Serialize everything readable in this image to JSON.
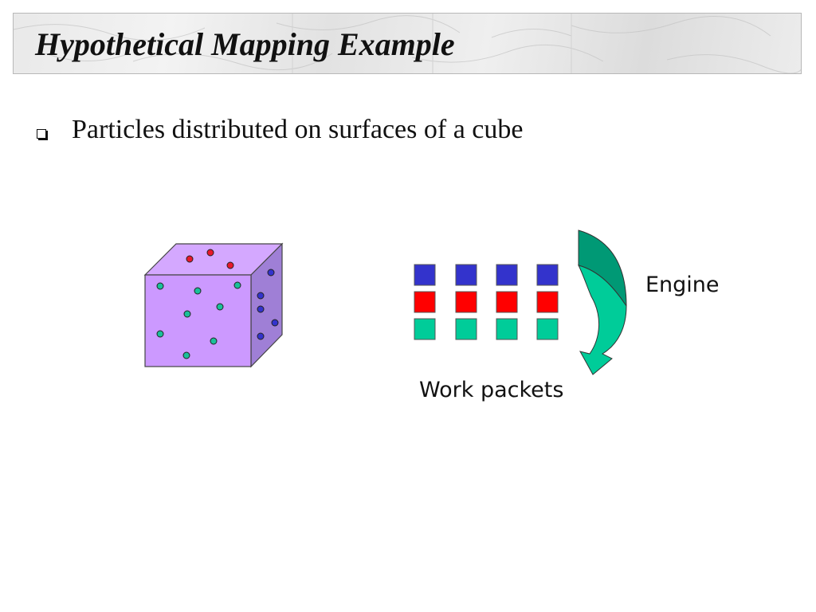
{
  "slide": {
    "title": "Hypothetical Mapping Example",
    "bullets": [
      {
        "icon": "square-bullet-icon",
        "text": "Particles distributed on surfaces of a cube"
      }
    ]
  },
  "diagram": {
    "engine_label": "Engine",
    "work_packets_label": "Work packets",
    "colors": {
      "cube_front": "#cc99ff",
      "cube_top": "#d4a8ff",
      "cube_side": "#9f7fd6",
      "particle_red": "#e8192c",
      "particle_teal": "#19c09a",
      "particle_blue": "#3333cc",
      "packet_blue": "#3333cc",
      "packet_red": "#ff0000",
      "packet_teal": "#00cc99",
      "arrow_dark": "#009975",
      "arrow_light": "#00cc99"
    },
    "packet_rows": [
      "blue",
      "red",
      "teal"
    ],
    "packet_columns": 4
  }
}
